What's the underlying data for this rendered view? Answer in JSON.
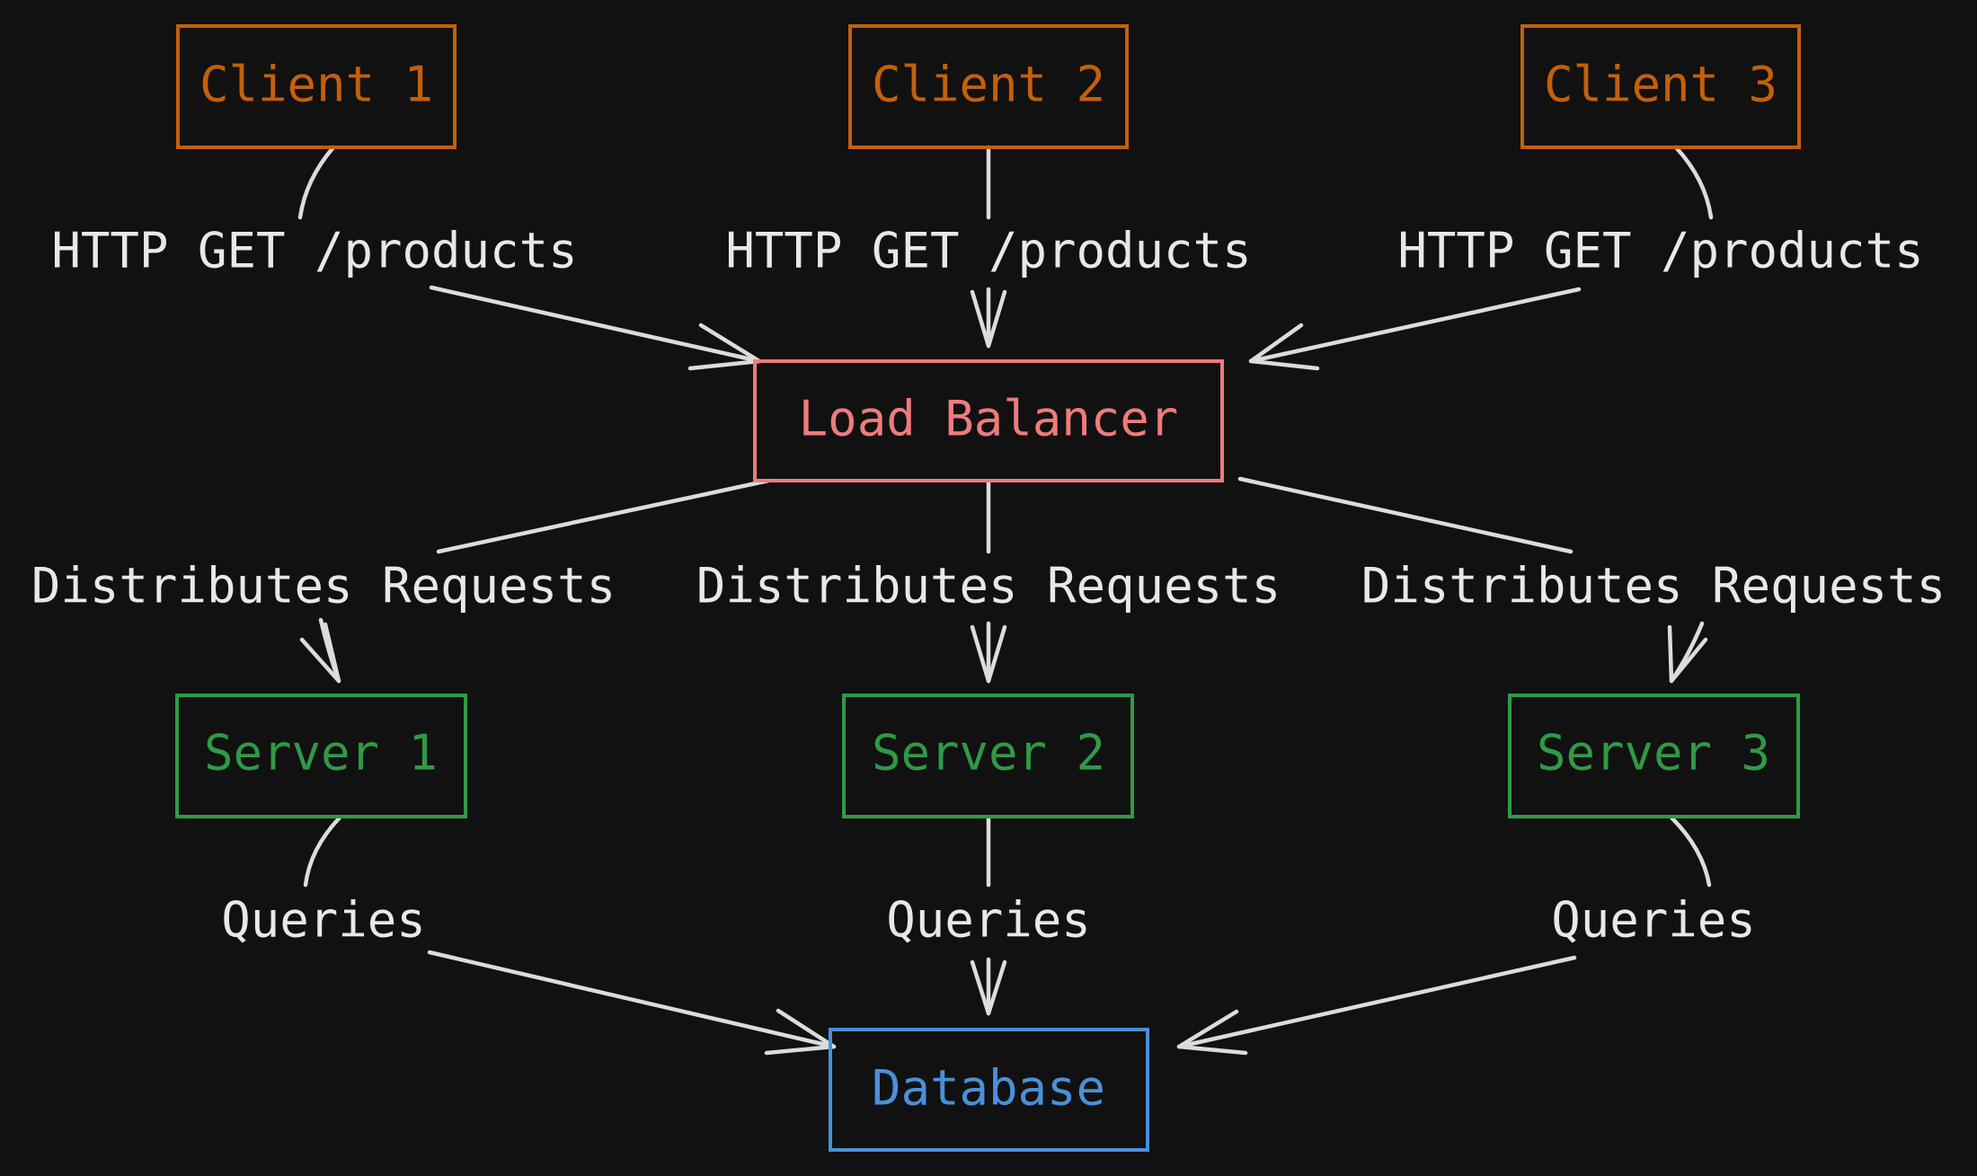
{
  "colors": {
    "background": "#111111",
    "client": "#c4600a",
    "load_balancer": "#f07b7b",
    "server": "#2f9a46",
    "database": "#4a90d9",
    "edge": "#dcdcdc",
    "label": "#e8e8e8"
  },
  "nodes": {
    "client_1": "Client 1",
    "client_2": "Client 2",
    "client_3": "Client 3",
    "load_balancer": "Load Balancer",
    "server_1": "Server 1",
    "server_2": "Server 2",
    "server_3": "Server 3",
    "database": "Database"
  },
  "edges": {
    "client_1_to_lb": "HTTP GET /products",
    "client_2_to_lb": "HTTP GET /products",
    "client_3_to_lb": "HTTP GET /products",
    "lb_to_server_1": "Distributes Requests",
    "lb_to_server_2": "Distributes Requests",
    "lb_to_server_3": "Distributes Requests",
    "server_1_to_db": "Queries",
    "server_2_to_db": "Queries",
    "server_3_to_db": "Queries"
  }
}
